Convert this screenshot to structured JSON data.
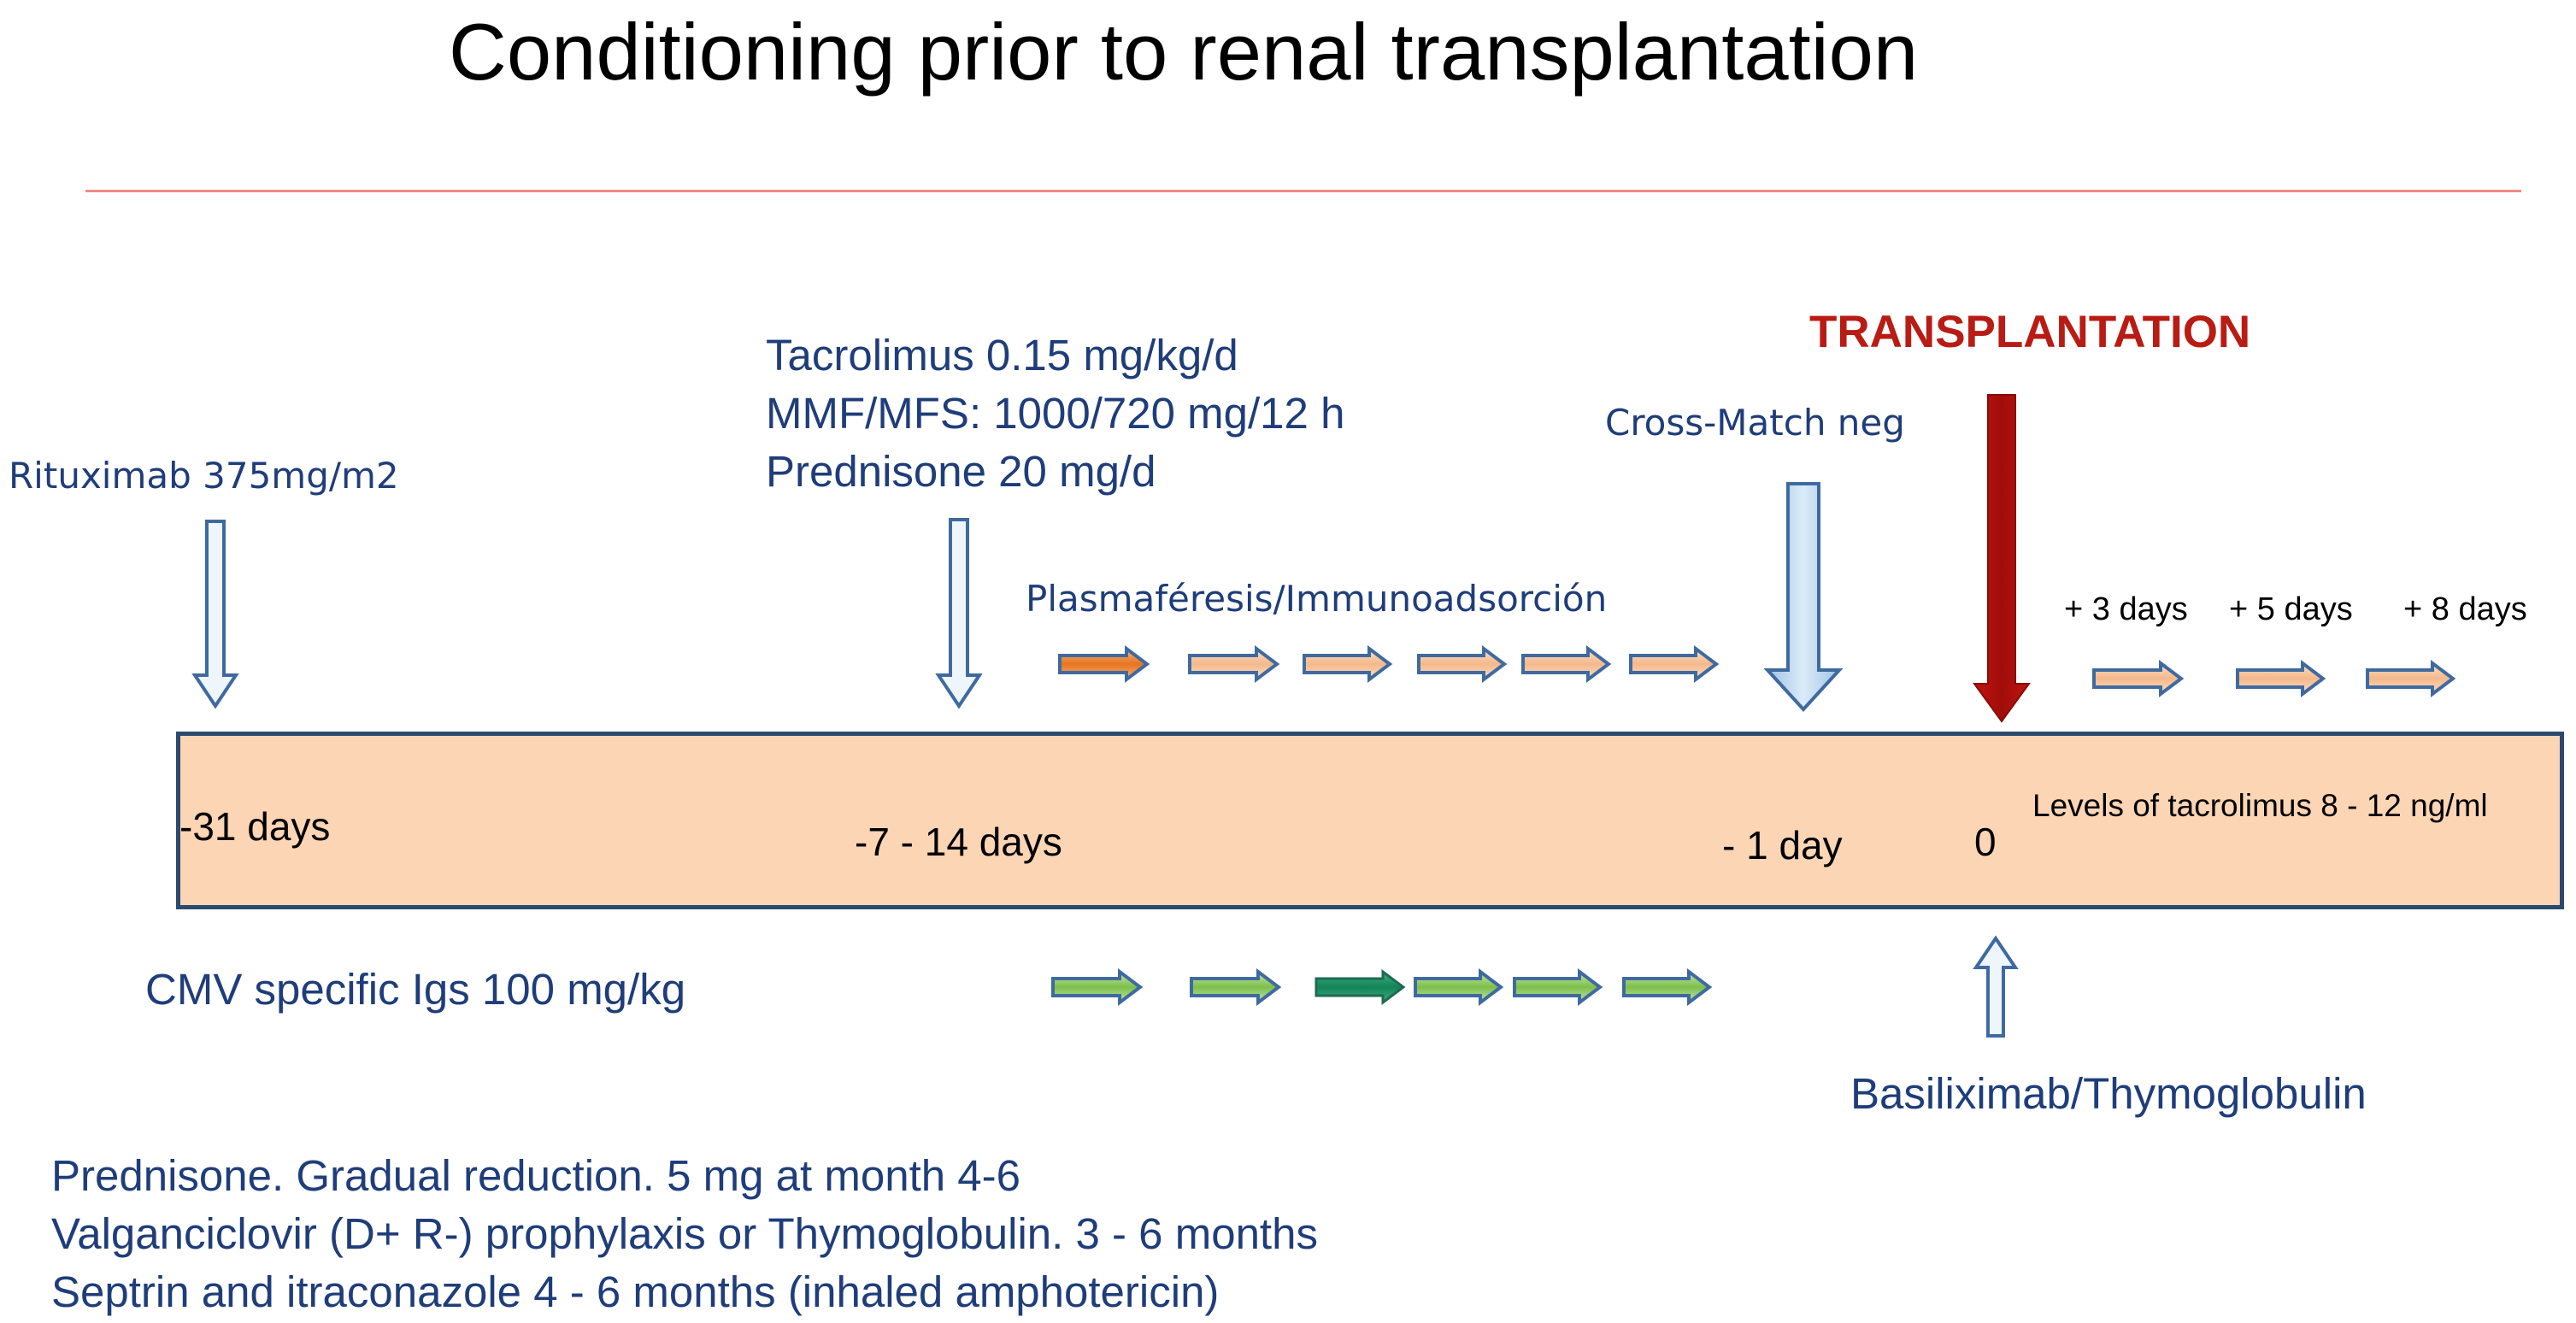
{
  "title": "Conditioning prior to renal transplantation",
  "colors": {
    "rule": "#f08a84",
    "timeline_fill": "#fcd5b5",
    "timeline_border": "#2c4a6e",
    "label_blue": "#1f3d7a",
    "transplant_red": "#b81c14",
    "arrow_blue": "#bdd7ee",
    "arrow_orange": "#f7c6a3",
    "arrow_orange_dark": "#ef8a3c",
    "arrow_green": "#8fcb5f",
    "arrow_green_dark": "#1e9a64"
  },
  "above": {
    "rituximab": "Rituximab 375mg/m2",
    "tacrolimus_block": [
      "Tacrolimus 0.15 mg/kg/d",
      "MMF/MFS: 1000/720 mg/12 h",
      "Prednisone 20 mg/d"
    ],
    "plasmapheresis": "Plasmaféresis/Immunoadsorción",
    "crossmatch": "Cross-Match neg",
    "transplantation": "TRANSPLANTATION",
    "post_days": [
      "+ 3 days",
      "+ 5 days",
      "+ 8 days"
    ]
  },
  "timeline": {
    "day_minus31": "-31 days",
    "day_minus7_14": "-7 - 14 days",
    "day_minus1": "- 1 day",
    "day_0": "0",
    "tacrolimus_levels": "Levels of tacrolimus 8 - 12 ng/ml"
  },
  "below": {
    "cmv": "CMV specific Igs 100 mg/kg",
    "basiliximab": "Basiliximab/Thymoglobulin"
  },
  "notes": [
    "Prednisone. Gradual reduction. 5 mg at month 4-6",
    "Valganciclovir (D+ R-) prophylaxis or Thymoglobulin. 3 - 6 months",
    "Septrin and itraconazole 4 - 6 months (inhaled amphotericin)"
  ],
  "arrow_icons": {
    "down_hollow": "down-arrow-icon",
    "up_hollow": "up-arrow-icon",
    "right_block": "right-arrow-icon"
  }
}
